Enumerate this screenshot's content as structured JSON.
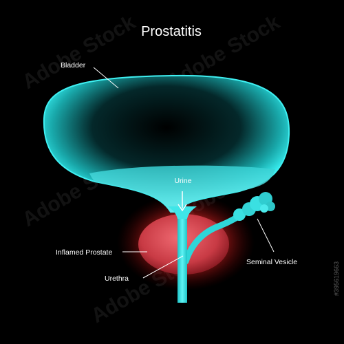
{
  "title": "Prostatitis",
  "labels": {
    "bladder": "Bladder",
    "urine": "Urine",
    "inflamed_prostate": "Inflamed Prostate",
    "seminal_vesicle": "Seminal Vesicle",
    "urethra": "Urethra"
  },
  "watermark": {
    "text": "Adobe Stock",
    "id": "#395619663"
  },
  "colors": {
    "background": "#000000",
    "organ": "#2ee8ea",
    "urine": "#47c9cc",
    "inflammation": "#ff3030",
    "prostate": "#e0525a",
    "text": "#ffffff"
  }
}
